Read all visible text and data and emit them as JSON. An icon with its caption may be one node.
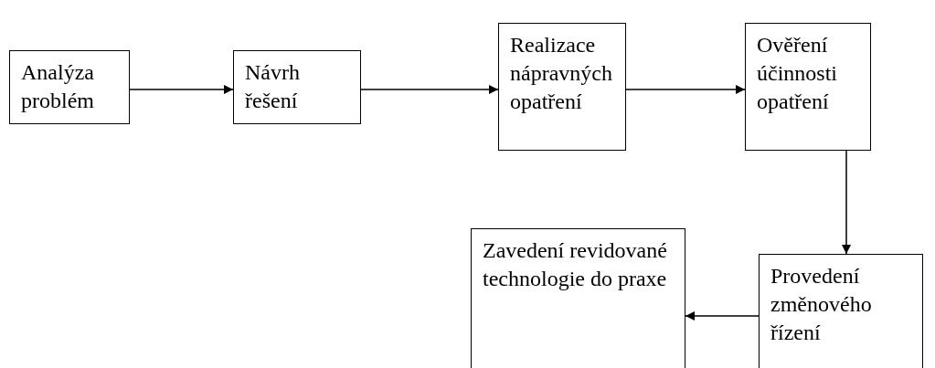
{
  "diagram": {
    "nodes": [
      {
        "text": [
          "Analýza problém"
        ]
      },
      {
        "text": [
          "Návrh řešení"
        ]
      },
      {
        "text": [
          "Realizace nápravných opatření"
        ]
      },
      {
        "text": [
          "Ověření účinnosti opatření"
        ]
      },
      {
        "text": [
          "Zavedení revidované technologie do praxe"
        ]
      },
      {
        "text": [
          "Provedení změnového řízení"
        ]
      }
    ],
    "edges": [
      {
        "from": 0,
        "to": 1,
        "arrow": "to"
      },
      {
        "from": 1,
        "to": 2,
        "arrow": "to"
      },
      {
        "from": 2,
        "to": 3,
        "arrow": "to"
      },
      {
        "from": 3,
        "to": 5,
        "arrow": "to"
      },
      {
        "from": 5,
        "to": 4,
        "arrow": "to"
      }
    ]
  }
}
